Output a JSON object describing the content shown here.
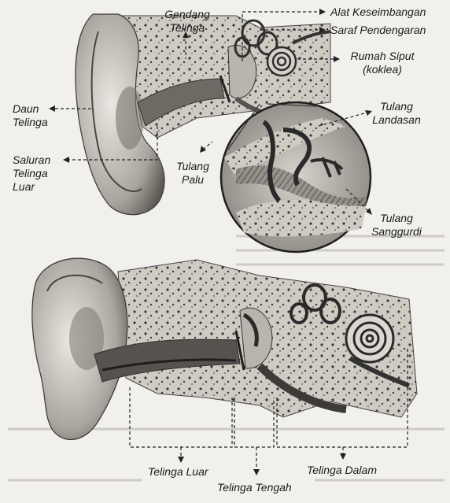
{
  "figure": {
    "top_labels": {
      "gendang": [
        "Gendang",
        "Telinga"
      ],
      "alat": "Alat Keseimbangan",
      "saraf": "Saraf Pendengaran",
      "rumah": [
        "Rumah Siput",
        "(koklea)"
      ],
      "daun": [
        "Daun",
        "Telinga"
      ],
      "landasan": [
        "Tulang",
        "Landasan"
      ],
      "saluran": [
        "Saluran",
        "Telinga",
        "Luar"
      ],
      "palu": [
        "Tulang",
        "Palu"
      ],
      "sanggurdi": [
        "Tulang",
        "Sanggurdi"
      ]
    },
    "bottom_labels": {
      "luar": "Telinga Luar",
      "tengah": "Telinga Tengah",
      "dalam": "Telinga Dalam"
    }
  }
}
